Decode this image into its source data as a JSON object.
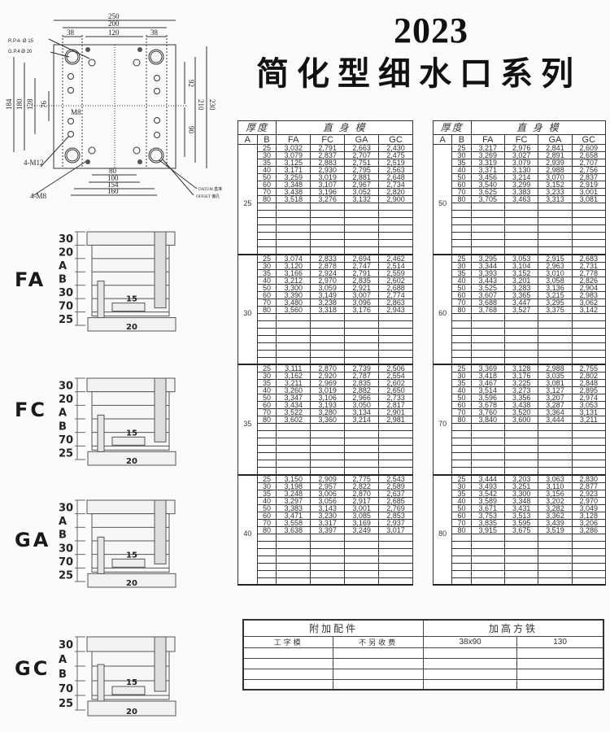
{
  "header": {
    "year": "2023",
    "title": "简化型细水口系列"
  },
  "plan_drawing": {
    "top_dims": [
      "250",
      "200",
      "38",
      "120",
      "38"
    ],
    "bottom_dims": [
      "80",
      "100",
      "154",
      "160"
    ],
    "left_dims": [
      "184",
      "180",
      "128",
      "76"
    ],
    "right_dims": [
      "92",
      "90",
      "210",
      "230"
    ],
    "labels": {
      "rp": "R.P.4-  Ø 15",
      "gp": "G.P.4   Ø 20",
      "m8_top": "M8",
      "m12": "4-M12",
      "m8_bottom": "4-M8",
      "datum": "DATUM 基准",
      "offset": "OFFSET 偏孔"
    }
  },
  "side_views": [
    {
      "type": "FA",
      "layers": [
        "30",
        "20",
        "A",
        "B",
        "30",
        "70",
        "25"
      ],
      "dim_15": "15",
      "dim_20": "20"
    },
    {
      "type": "FC",
      "layers": [
        "30",
        "20",
        "A",
        "B",
        "70",
        "25"
      ],
      "dim_15": "15",
      "dim_20": "20"
    },
    {
      "type": "GA",
      "layers": [
        "30",
        "A",
        "B",
        "30",
        "70",
        "25"
      ],
      "dim_15": "15",
      "dim_20": "20"
    },
    {
      "type": "GC",
      "layers": [
        "30",
        "A",
        "B",
        "70",
        "25"
      ],
      "dim_15": "15",
      "dim_20": "20"
    }
  ],
  "tables": {
    "header_thickness": "厚度",
    "header_type": "直 身 模",
    "col_a": "A",
    "col_b": "B",
    "columns": [
      "FA",
      "FC",
      "GA",
      "GC"
    ],
    "left": [
      {
        "a": "25",
        "rows": [
          [
            "25",
            "3,032",
            "2,791",
            "2,663",
            "2,430"
          ],
          [
            "30",
            "3,079",
            "2,837",
            "2,707",
            "2,475"
          ],
          [
            "35",
            "3,125",
            "2,883",
            "2,751",
            "2,519"
          ],
          [
            "40",
            "3,171",
            "2,930",
            "2,795",
            "2,563"
          ],
          [
            "50",
            "3,259",
            "3,019",
            "2,881",
            "2,648"
          ],
          [
            "60",
            "3,348",
            "3,107",
            "2,967",
            "2,734"
          ],
          [
            "70",
            "3,438",
            "3,196",
            "3,052",
            "2,820"
          ],
          [
            "80",
            "3,518",
            "3,276",
            "3,132",
            "2,900"
          ]
        ]
      },
      {
        "a": "30",
        "rows": [
          [
            "25",
            "3,074",
            "2,833",
            "2,694",
            "2,462"
          ],
          [
            "30",
            "3,120",
            "2,878",
            "2,747",
            "2,514"
          ],
          [
            "35",
            "3,166",
            "2,924",
            "2,791",
            "2,559"
          ],
          [
            "40",
            "3,212",
            "2,970",
            "2,835",
            "2,602"
          ],
          [
            "50",
            "3,300",
            "3,059",
            "2,921",
            "2,688"
          ],
          [
            "60",
            "3,390",
            "3,149",
            "3,007",
            "2,774"
          ],
          [
            "70",
            "3,480",
            "3,238",
            "3,096",
            "2,863"
          ],
          [
            "80",
            "3,560",
            "3,318",
            "3,176",
            "2,943"
          ]
        ]
      },
      {
        "a": "35",
        "rows": [
          [
            "25",
            "3,111",
            "2,870",
            "2,739",
            "2,506"
          ],
          [
            "30",
            "3,162",
            "2,920",
            "2,787",
            "2,554"
          ],
          [
            "35",
            "3,211",
            "2,969",
            "2,835",
            "2,602"
          ],
          [
            "40",
            "3,260",
            "3,019",
            "2,882",
            "2,650"
          ],
          [
            "50",
            "3,347",
            "3,106",
            "2,966",
            "2,733"
          ],
          [
            "60",
            "3,434",
            "3,193",
            "3,050",
            "2,817"
          ],
          [
            "70",
            "3,522",
            "3,280",
            "3,134",
            "2,901"
          ],
          [
            "80",
            "3,602",
            "3,360",
            "3,214",
            "2,981"
          ]
        ]
      },
      {
        "a": "40",
        "rows": [
          [
            "25",
            "3,150",
            "2,909",
            "2,775",
            "2,543"
          ],
          [
            "30",
            "3,198",
            "2,957",
            "2,822",
            "2,589"
          ],
          [
            "35",
            "3,248",
            "3,006",
            "2,870",
            "2,637"
          ],
          [
            "40",
            "3,297",
            "3,056",
            "2,917",
            "2,685"
          ],
          [
            "50",
            "3,383",
            "3,143",
            "3,001",
            "2,769"
          ],
          [
            "60",
            "3,471",
            "3,230",
            "3,085",
            "2,853"
          ],
          [
            "70",
            "3,558",
            "3,317",
            "3,169",
            "2,937"
          ],
          [
            "80",
            "3,638",
            "3,397",
            "3,249",
            "3,017"
          ]
        ]
      }
    ],
    "right": [
      {
        "a": "50",
        "rows": [
          [
            "25",
            "3,217",
            "2,976",
            "2,841",
            "2,609"
          ],
          [
            "30",
            "3,269",
            "3,027",
            "2,891",
            "2,658"
          ],
          [
            "35",
            "3,319",
            "3,079",
            "2,939",
            "2,707"
          ],
          [
            "40",
            "3,371",
            "3,130",
            "2,988",
            "2,756"
          ],
          [
            "50",
            "3,456",
            "3,214",
            "3,070",
            "2,837"
          ],
          [
            "60",
            "3,540",
            "3,299",
            "3,152",
            "2,919"
          ],
          [
            "70",
            "3,625",
            "3,383",
            "3,233",
            "3,001"
          ],
          [
            "80",
            "3,705",
            "3,463",
            "3,313",
            "3,081"
          ]
        ]
      },
      {
        "a": "60",
        "rows": [
          [
            "25",
            "3,295",
            "3,053",
            "2,915",
            "2,683"
          ],
          [
            "30",
            "3,344",
            "3,104",
            "2,963",
            "2,731"
          ],
          [
            "35",
            "3,393",
            "3,152",
            "3,010",
            "2,778"
          ],
          [
            "40",
            "3,443",
            "3,201",
            "3,058",
            "2,826"
          ],
          [
            "50",
            "3,525",
            "3,283",
            "3,136",
            "2,904"
          ],
          [
            "60",
            "3,607",
            "3,365",
            "3,215",
            "2,983"
          ],
          [
            "70",
            "3,688",
            "3,447",
            "3,295",
            "3,062"
          ],
          [
            "80",
            "3,768",
            "3,527",
            "3,375",
            "3,142"
          ]
        ]
      },
      {
        "a": "70",
        "rows": [
          [
            "25",
            "3,369",
            "3,128",
            "2,988",
            "2,755"
          ],
          [
            "30",
            "3,418",
            "3,176",
            "3,035",
            "2,802"
          ],
          [
            "35",
            "3,467",
            "3,225",
            "3,081",
            "2,848"
          ],
          [
            "40",
            "3,514",
            "3,273",
            "3,127",
            "2,895"
          ],
          [
            "50",
            "3,596",
            "3,356",
            "3,207",
            "2,974"
          ],
          [
            "60",
            "3,678",
            "3,438",
            "3,287",
            "3,053"
          ],
          [
            "70",
            "3,760",
            "3,520",
            "3,364",
            "3,131"
          ],
          [
            "80",
            "3,840",
            "3,600",
            "3,444",
            "3,211"
          ]
        ]
      },
      {
        "a": "80",
        "rows": [
          [
            "25",
            "3,444",
            "3,203",
            "3,063",
            "2,830"
          ],
          [
            "30",
            "3,493",
            "3,251",
            "3,110",
            "2,877"
          ],
          [
            "35",
            "3,542",
            "3,300",
            "3,156",
            "2,923"
          ],
          [
            "40",
            "3,589",
            "3,348",
            "3,202",
            "2,970"
          ],
          [
            "50",
            "3,671",
            "3,431",
            "3,282",
            "3,049"
          ],
          [
            "60",
            "3,753",
            "3,513",
            "3,362",
            "3,128"
          ],
          [
            "70",
            "3,835",
            "3,595",
            "3,439",
            "3,206"
          ],
          [
            "80",
            "3,915",
            "3,675",
            "3,519",
            "3,286"
          ]
        ]
      }
    ]
  },
  "accessories": {
    "header_left": "附加配件",
    "header_right": "加高方铁",
    "row": [
      "工字模",
      "不另收费",
      "38x90",
      "130"
    ]
  }
}
